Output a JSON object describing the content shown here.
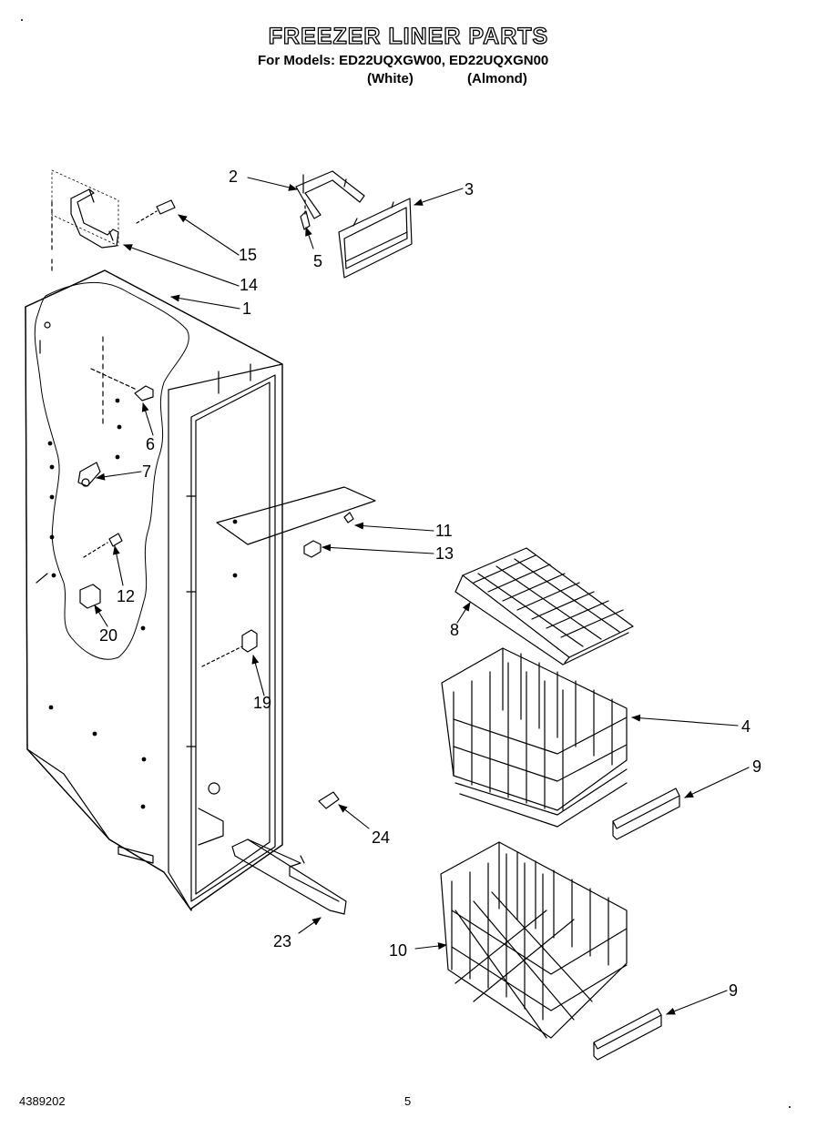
{
  "header": {
    "title": "FREEZER LINER PARTS",
    "models_line": "For Models: ED22UQXGW00, ED22UQXGN00",
    "color_white": "(White)",
    "color_almond": "(Almond)"
  },
  "footer": {
    "doc_number": "4389202",
    "page_number": "5"
  },
  "callouts": {
    "c1": "1",
    "c2": "2",
    "c3": "3",
    "c4": "4",
    "c5": "5",
    "c6": "6",
    "c7": "7",
    "c8": "8",
    "c9a": "9",
    "c9b": "9",
    "c10": "10",
    "c11": "11",
    "c12": "12",
    "c13": "13",
    "c14": "14",
    "c15": "15",
    "c19": "19",
    "c20": "20",
    "c23": "23",
    "c24": "24"
  }
}
